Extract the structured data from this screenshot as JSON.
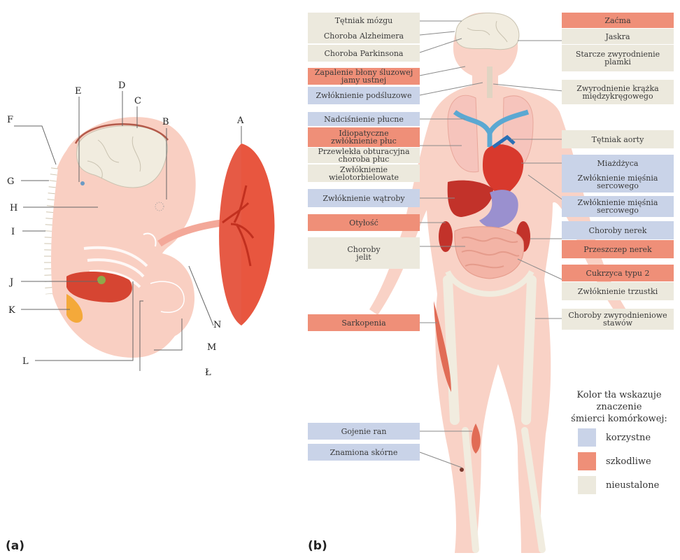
{
  "panel_a": {
    "tag": "(a)",
    "letters": [
      "A",
      "B",
      "C",
      "D",
      "E",
      "F",
      "G",
      "H",
      "I",
      "J",
      "K",
      "L",
      "M",
      "N",
      "Ł"
    ]
  },
  "panel_b": {
    "tag": "(b)",
    "colors": {
      "beneficial": "#c9d3e8",
      "harmful": "#ef8f78",
      "unsettled": "#ece9dd"
    },
    "left_labels": [
      {
        "text": "Tętniak mózgu",
        "cat": "unsettled"
      },
      {
        "text": "Choroba Alzheimera",
        "cat": "unsettled"
      },
      {
        "text": "Choroba Parkinsona",
        "cat": "unsettled"
      },
      {
        "text": "Zapalenie błony śluzowej\njamy ustnej",
        "cat": "harmful"
      },
      {
        "text": "Zwłóknienie podśluzowe",
        "cat": "beneficial"
      },
      {
        "text": "Nadciśnienie płucne",
        "cat": "beneficial"
      },
      {
        "text": "Idiopatyczne\nzwłóknienie płuc",
        "cat": "harmful"
      },
      {
        "text": "Przewlekła obturacyjna\nchoroba płuc",
        "cat": "unsettled"
      },
      {
        "text": "Zwłóknienie\nwielotorbielowate",
        "cat": "unsettled"
      },
      {
        "text": "Zwłóknienie wątroby",
        "cat": "beneficial"
      },
      {
        "text": "Otyłość",
        "cat": "harmful"
      },
      {
        "text": "Choroby\njelit",
        "cat": "unsettled"
      },
      {
        "text": "Sarkopenia",
        "cat": "harmful"
      },
      {
        "text": "Gojenie ran",
        "cat": "beneficial"
      },
      {
        "text": "Znamiona skórne",
        "cat": "beneficial"
      }
    ],
    "right_labels": [
      {
        "text": "Zaćma",
        "cat": "harmful"
      },
      {
        "text": "Jaskra",
        "cat": "unsettled"
      },
      {
        "text": "Starcze zwyrodnienie\nplamki",
        "cat": "unsettled"
      },
      {
        "text": "Zwyrodnienie krążka\nmiędzykręgowego",
        "cat": "unsettled"
      },
      {
        "text": "Tętniak aorty",
        "cat": "unsettled"
      },
      {
        "text": "Miażdżyca",
        "cat": "beneficial"
      },
      {
        "text": "Zwłóknienie mięśnia\nsercowego",
        "cat": "beneficial"
      },
      {
        "text": "Zwłóknienie mięśnia\nsercowego",
        "cat": "beneficial"
      },
      {
        "text": "Choroby nerek",
        "cat": "beneficial"
      },
      {
        "text": "Przeszczep nerek",
        "cat": "harmful"
      },
      {
        "text": "Cukrzyca typu 2",
        "cat": "harmful"
      },
      {
        "text": "Zwłóknienie trzustki",
        "cat": "unsettled"
      },
      {
        "text": "Choroby zwyrodnieniowe\nstawów",
        "cat": "unsettled"
      }
    ],
    "legend": {
      "title": "Kolor tła wskazuje\nznaczenie\nśmierci komórkowej:",
      "items": [
        {
          "text": "korzystne",
          "cat": "beneficial"
        },
        {
          "text": "szkodliwe",
          "cat": "harmful"
        },
        {
          "text": "nieustalone",
          "cat": "unsettled"
        }
      ]
    }
  }
}
